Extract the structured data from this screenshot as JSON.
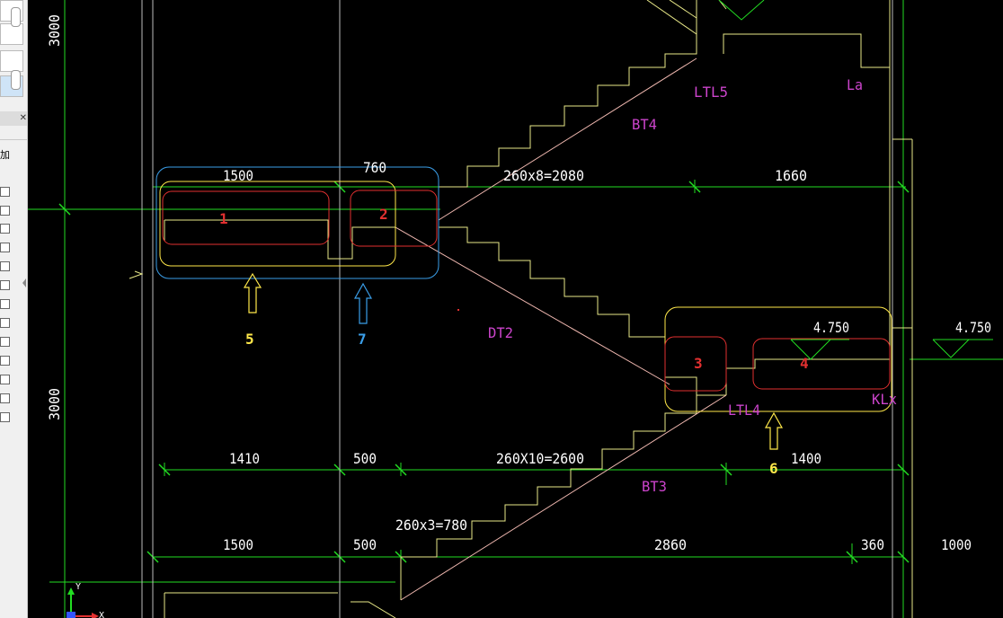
{
  "left_panel": {
    "close_glyph": "✕",
    "label": "加"
  },
  "dims": {
    "top_1500": "1500",
    "top_760": "760",
    "top_2080": "260x8=2080",
    "top_1660": "1660",
    "mid_1410": "1410",
    "mid_500": "500",
    "mid_2600": "260X10=2600",
    "mid_1400": "1400",
    "bot_1500": "1500",
    "bot_500": "500",
    "bot_780": "260x3=780",
    "bot_2860": "2860",
    "bot_360": "360",
    "bot_1000": "1000",
    "v_3000_top": "3000",
    "v_3000_mid": "3000"
  },
  "elev": {
    "e1": "4.750",
    "e2": "4.750"
  },
  "labels": {
    "ltl5": "LTL5",
    "la": "La",
    "bt4": "BT4",
    "dt2": "DT2",
    "ltl4": "LTL4",
    "kl": "KLx",
    "bt3": "BT3"
  },
  "markers": {
    "m1": "1",
    "m2": "2",
    "m3": "3",
    "m4": "4",
    "m5": "5",
    "m6": "6",
    "m7": "7"
  },
  "ucs": {
    "y": "Y",
    "x": "X"
  },
  "colors": {
    "dim_green": "#22dd22",
    "line_yellow": "#e8e888",
    "stair_pink": "#f0b8b0",
    "text_magenta": "#cc44cc",
    "mark_red": "#e23030",
    "mark_yellow": "#ffe84a",
    "mark_blue": "#3a9ee8",
    "panel_bg": "#f0f0f0"
  }
}
